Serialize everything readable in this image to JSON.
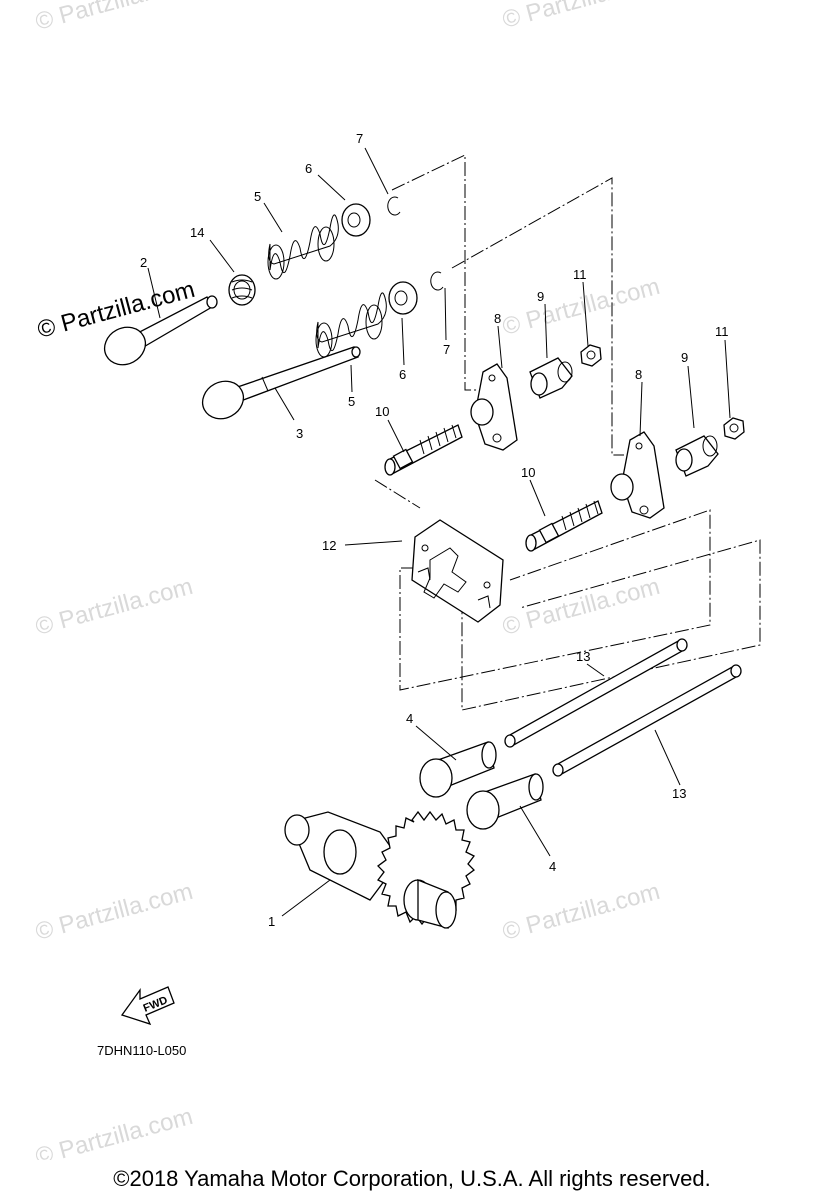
{
  "watermarks": [
    "© Partzilla.com",
    "© Partzilla.com",
    "© Partzilla.com",
    "© Partzilla.com",
    "© Partzilla.com",
    "© Partzilla.com",
    "© Partzilla.com",
    "© Partzilla.com"
  ],
  "main_watermark": "© Partzilla.com",
  "callouts": {
    "c1": "1",
    "c2": "2",
    "c3": "3",
    "c4a": "4",
    "c4b": "4",
    "c5a": "5",
    "c5b": "5",
    "c6a": "6",
    "c6b": "6",
    "c7a": "7",
    "c7b": "7",
    "c8a": "8",
    "c8b": "8",
    "c9a": "9",
    "c9b": "9",
    "c10a": "10",
    "c10b": "10",
    "c11a": "11",
    "c11b": "11",
    "c12": "12",
    "c13a": "13",
    "c13b": "13",
    "c14": "14"
  },
  "fwd_label": "FWD",
  "diagram_code": "7DHN110-L050",
  "copyright": "©2018  Yamaha Motor Corporation, U.S.A. All rights reserved."
}
